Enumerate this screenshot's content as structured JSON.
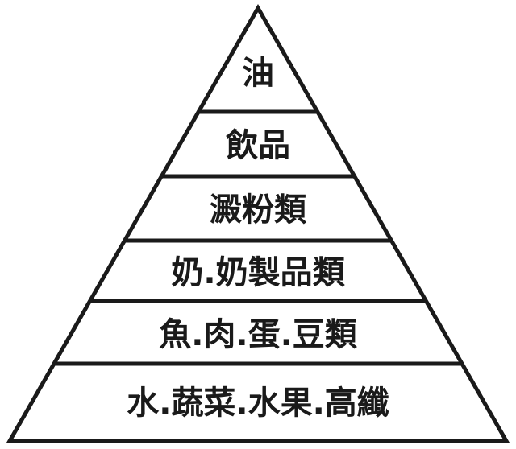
{
  "pyramid": {
    "tiers": [
      {
        "label": "油"
      },
      {
        "label": "飲品"
      },
      {
        "label": "澱粉類"
      },
      {
        "label": "奶.奶製品類"
      },
      {
        "label": "魚.肉.蛋.豆類"
      },
      {
        "label": "水.蔬菜.水果.高纖"
      }
    ],
    "colors": {
      "stroke": "#1a1a1a",
      "fill": "#ffffff",
      "text": "#1a1a1a"
    }
  }
}
